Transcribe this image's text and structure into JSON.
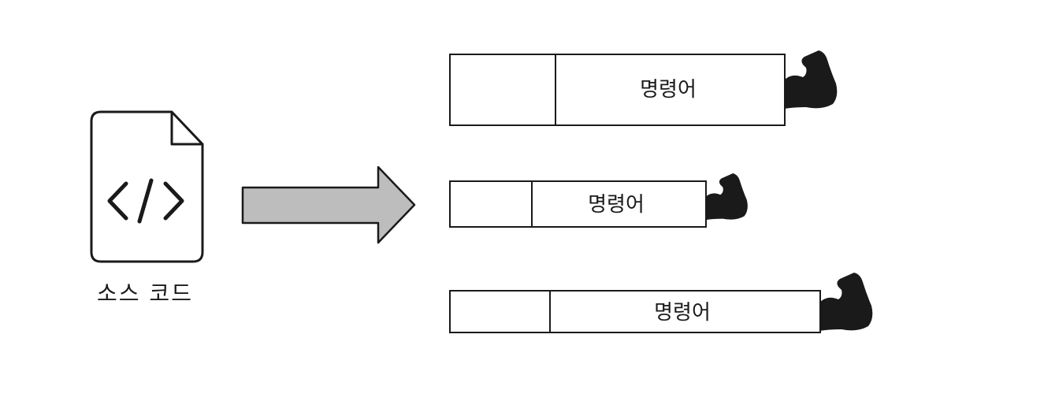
{
  "source": {
    "label": "소스 코드",
    "icon": "code-file-icon"
  },
  "arrow": {
    "icon": "right-arrow-icon",
    "fill": "#bdbdbd"
  },
  "instructions": [
    {
      "label": "명령어",
      "icon": "flexed-bicep-icon"
    },
    {
      "label": "명령어",
      "icon": "flexed-bicep-icon"
    },
    {
      "label": "명령어",
      "icon": "flexed-bicep-icon"
    }
  ],
  "colors": {
    "stroke": "#1a1a1a",
    "background": "#ffffff"
  }
}
